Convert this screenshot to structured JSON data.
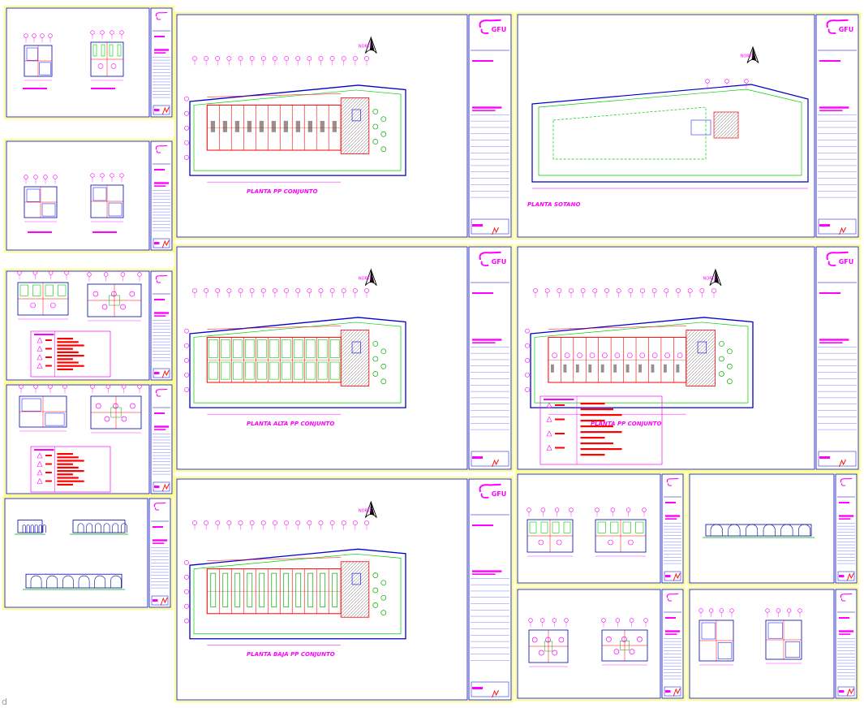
{
  "drawing_set": {
    "logo_text": "GFU",
    "north_label": "NORTE",
    "sheets": [
      {
        "id": "planta-pp-conjunto",
        "title": "PLANTA PP CONJUNTO"
      },
      {
        "id": "planta-sotano",
        "title": "PLANTA SOTANO"
      },
      {
        "id": "planta-alta-conjunto",
        "title": "PLANTA ALTA PP CONJUNTO"
      },
      {
        "id": "planta-pp-conjunto-2",
        "title": "PLANTA PP CONJUNTO"
      },
      {
        "id": "planta-baja-conjunto",
        "title": "PLANTA BAJA PP CONJUNTO"
      }
    ]
  },
  "colors": {
    "sheet_border": "#ffff00",
    "frame": "#0000cc",
    "walls": "#ff0000",
    "dimension": "#ff00ff",
    "landscape": "#00cc00",
    "annotation": "#ff0000",
    "gray_fill": "#9a8f8f"
  },
  "corner_mark": "d"
}
